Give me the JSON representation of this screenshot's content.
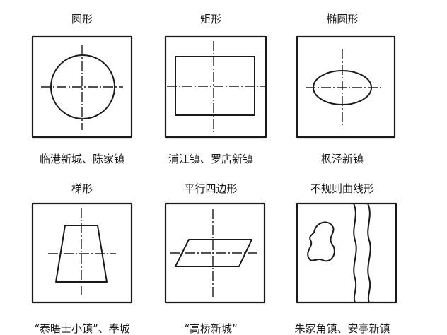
{
  "panels": [
    {
      "title": "圆形",
      "caption": "临港新城、陈家镇",
      "icon": "circle"
    },
    {
      "title": "矩形",
      "caption": "浦江镇、罗店新镇",
      "icon": "rectangle"
    },
    {
      "title": "椭圆形",
      "caption": "枫泾新镇",
      "icon": "ellipse"
    },
    {
      "title": "梯形",
      "caption": "“泰晤士小镇”、奉城",
      "icon": "trapezoid"
    },
    {
      "title": "平行四边形",
      "caption": "“高桥新城”",
      "icon": "parallelogram"
    },
    {
      "title": "不规则曲线形",
      "caption": "朱家角镇、安亭新镇",
      "icon": "irregular-curve"
    }
  ]
}
